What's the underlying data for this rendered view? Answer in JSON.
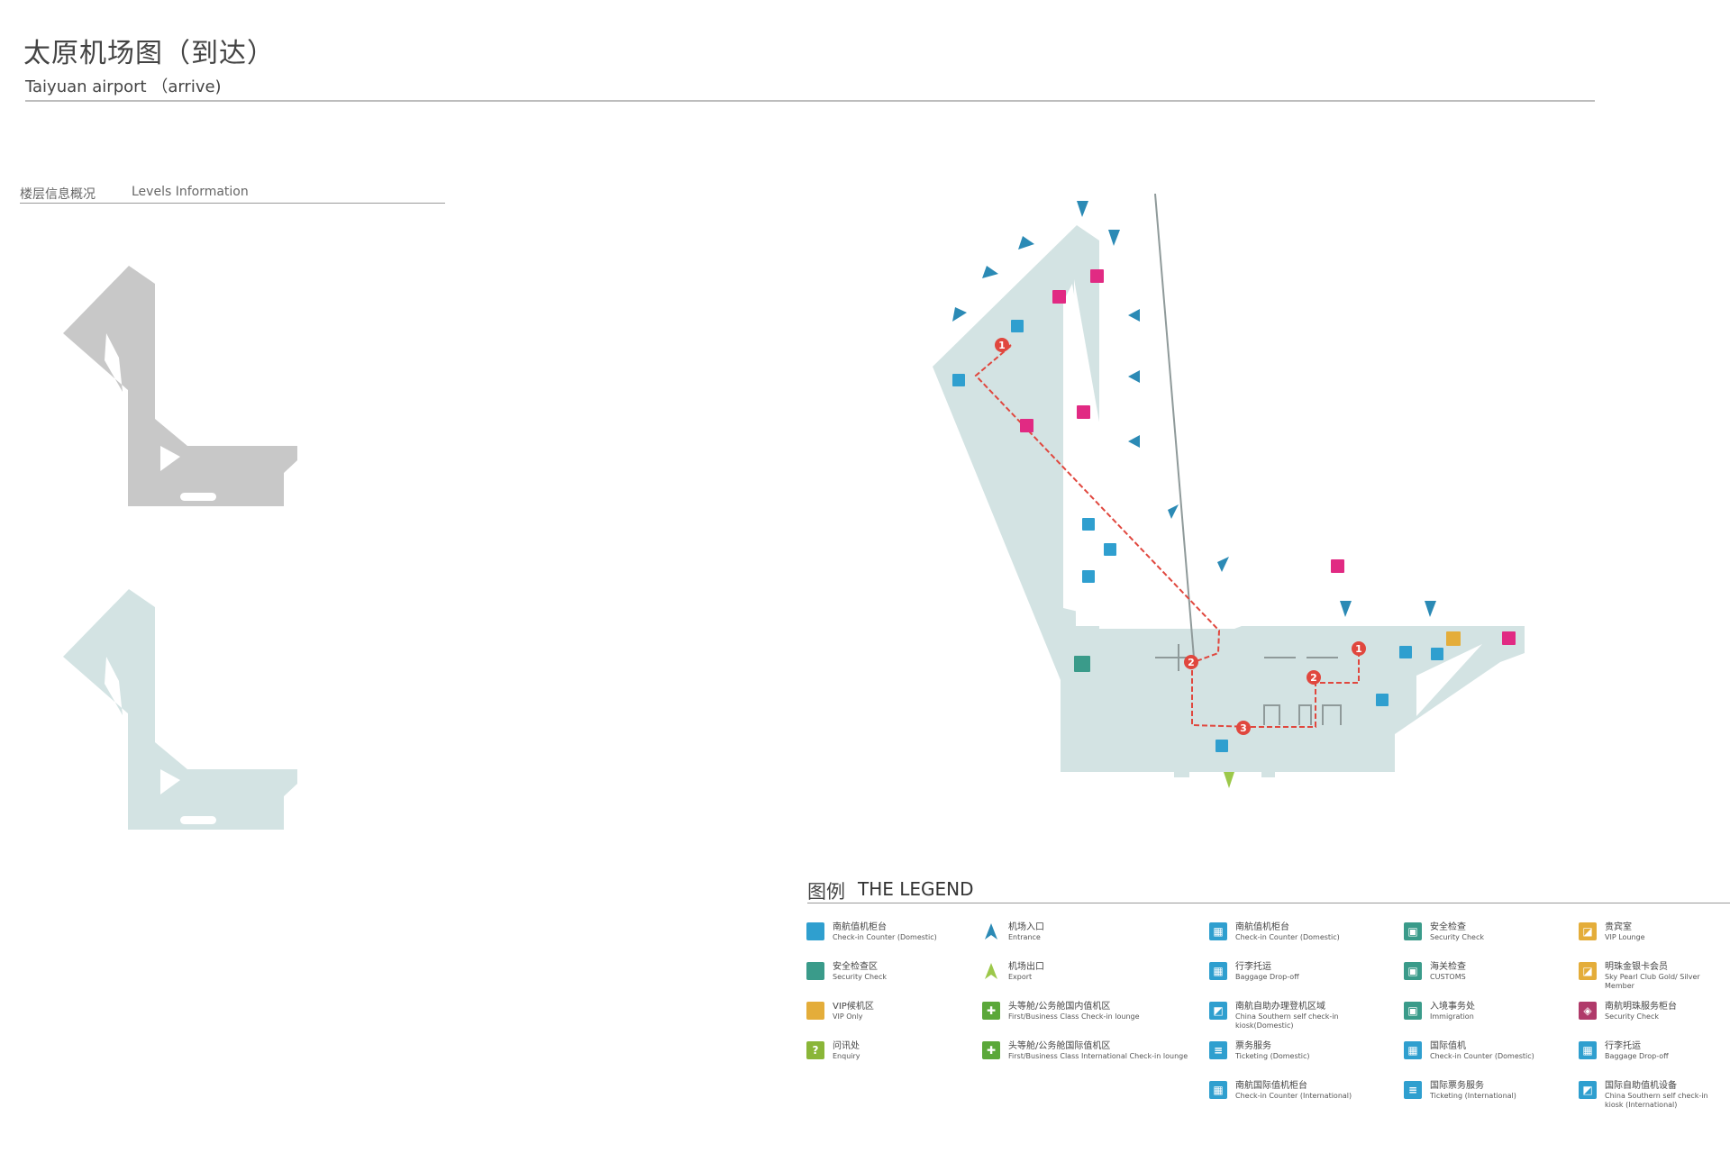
{
  "header": {
    "title_cn": "太原机场图（到达）",
    "title_en": "Taiyuan airport （arrive)"
  },
  "levels": {
    "title_cn": "楼层信息概况",
    "title_en": "Levels Information"
  },
  "colors": {
    "floor_active": "#d3e3e3",
    "floor_inactive": "#c8c8c8",
    "route": "#e0473e",
    "counter_blue": "#2f9fcf",
    "security_teal": "#3a9b8a",
    "restroom_magenta": "#e12a83",
    "vip_gold": "#e4ad3a",
    "enquiry_green": "#8ab638",
    "entrance_blue": "#2b8ab5",
    "exit_green": "#9cc84a"
  },
  "map": {
    "route_markers": [
      "1",
      "2",
      "1",
      "2",
      "3"
    ]
  },
  "legend": {
    "title_cn": "图例",
    "title_en": "THE LEGEND",
    "items": [
      {
        "cn": "南航值机柜台",
        "en": "Check-in Counter (Domestic)",
        "color": "#2f9fcf",
        "icon": "square-icon"
      },
      {
        "cn": "安全检查区",
        "en": "Security Check",
        "color": "#3a9b8a",
        "icon": "square-icon"
      },
      {
        "cn": "VIP候机区",
        "en": "VIP Only",
        "color": "#e4ad3a",
        "icon": "square-icon"
      },
      {
        "cn": "问讯处",
        "en": "Enquiry",
        "color": "#8ab638",
        "icon": "question-icon"
      },
      {
        "cn": "机场入口",
        "en": "Entrance",
        "color": "#2b8ab5",
        "icon": "entrance-arrow-icon"
      },
      {
        "cn": "机场出口",
        "en": "Export",
        "color": "#9cc84a",
        "icon": "exit-arrow-icon"
      },
      {
        "cn": "头等舱/公务舱国内值机区",
        "en": "First/Business Class Check-in lounge",
        "color": "#5ba83a",
        "icon": "first-class-checkin-icon"
      },
      {
        "cn": "头等舱/公务舱国际值机区",
        "en": "First/Business Class International Check-in lounge",
        "color": "#5ba83a",
        "icon": "first-class-intl-checkin-icon"
      },
      {
        "cn": "南航值机柜台",
        "en": "Check-in Counter (Domestic)",
        "color": "#2f9fcf",
        "icon": "checkin-counter-icon"
      },
      {
        "cn": "行李托运",
        "en": "Baggage Drop-off",
        "color": "#2f9fcf",
        "icon": "baggage-drop-icon"
      },
      {
        "cn": "南航自助办理登机区域",
        "en": "China Southern self check-in kiosk(Domestic)",
        "color": "#2f9fcf",
        "icon": "self-checkin-kiosk-icon"
      },
      {
        "cn": "票务服务",
        "en": "Ticketing (Domestic)",
        "color": "#2f9fcf",
        "icon": "ticketing-icon"
      },
      {
        "cn": "南航国际值机柜台",
        "en": "Check-in Counter (International)",
        "color": "#2f9fcf",
        "icon": "intl-checkin-counter-icon"
      },
      {
        "cn": "安全检查",
        "en": "Security Check",
        "color": "#3a9b8a",
        "icon": "security-check-icon"
      },
      {
        "cn": "海关检查",
        "en": "CUSTOMS",
        "color": "#3a9b8a",
        "icon": "customs-icon"
      },
      {
        "cn": "入境事务处",
        "en": "Immigration",
        "color": "#3a9b8a",
        "icon": "immigration-icon"
      },
      {
        "cn": "国际值机",
        "en": "Check-in Counter (Domestic)",
        "color": "#2f9fcf",
        "icon": "intl-checkin-icon"
      },
      {
        "cn": "国际票务服务",
        "en": "Ticketing (International)",
        "color": "#2f9fcf",
        "icon": "intl-ticketing-icon"
      },
      {
        "cn": "贵宾室",
        "en": "VIP Lounge",
        "color": "#e4ad3a",
        "icon": "vip-lounge-icon"
      },
      {
        "cn": "明珠金银卡会员",
        "en": "Sky Pearl Club Gold/ Silver Member",
        "color": "#e4ad3a",
        "icon": "pearl-member-icon"
      },
      {
        "cn": "南航明珠服务柜台",
        "en": "Security Check",
        "color": "#b03a6a",
        "icon": "pearl-service-icon"
      },
      {
        "cn": "行李托运",
        "en": "Baggage Drop-off",
        "color": "#2f9fcf",
        "icon": "intl-baggage-drop-icon"
      },
      {
        "cn": "国际自助值机设备",
        "en": "China Southern self check-in kiosk (International)",
        "color": "#2f9fcf",
        "icon": "intl-self-checkin-icon"
      }
    ]
  }
}
